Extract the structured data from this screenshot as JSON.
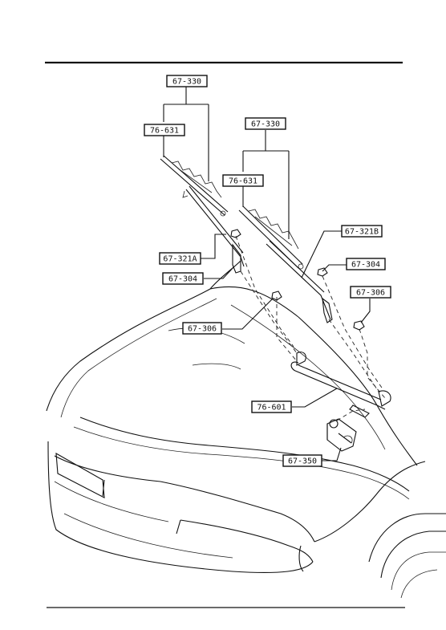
{
  "parts": {
    "p1": "67-330",
    "p2": "76-631",
    "p3": "67-330",
    "p4": "76-631",
    "p5": "67-321B",
    "p6": "67-304",
    "p7": "67-306",
    "p8": "67-321A",
    "p9": "67-304",
    "p10": "67-306",
    "p11": "76-601",
    "p12": "67-350"
  }
}
